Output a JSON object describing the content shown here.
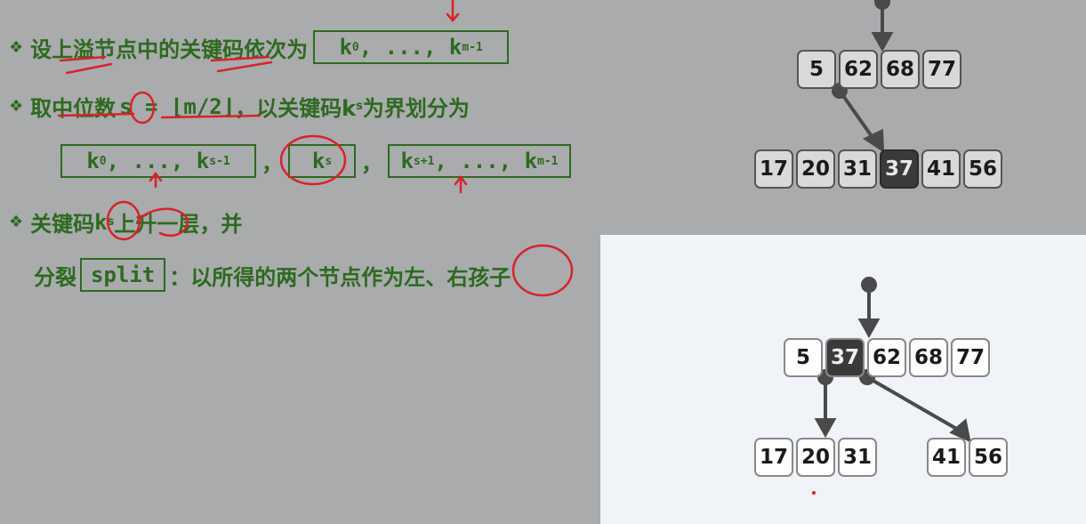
{
  "text": {
    "line1": "设上溢节点中的关键码依次为",
    "line1_box": [
      "k",
      "0",
      ", ..., k",
      "m-1"
    ],
    "line2_a": "取中位数",
    "line2_formula": "s = ⌊m/2⌋",
    "line2_b": "，以关键码k",
    "line2_sub": "s",
    "line2_c": "为界划分为",
    "seq_left": [
      "k",
      "0",
      ", ..., k",
      "s-1"
    ],
    "seq_mid": [
      "k",
      "s"
    ],
    "seq_right": [
      "k",
      "s+1",
      ", ..., k",
      "m-1"
    ],
    "comma": "，",
    "line3_a": "关键码",
    "line3_k": "k",
    "line3_sub": "s",
    "line3_b": "上升一层，并",
    "line4_a": "分裂",
    "line4_box": "split",
    "line4_b": "：以所得的两个节点作为左、右孩子"
  },
  "before": {
    "parent": [
      "5",
      "62",
      "68",
      "77"
    ],
    "child": [
      "17",
      "20",
      "31",
      "37",
      "41",
      "56"
    ],
    "highlight": "37"
  },
  "after": {
    "parent": [
      "5",
      "37",
      "62",
      "68",
      "77"
    ],
    "left_child": [
      "17",
      "20",
      "31"
    ],
    "right_child": [
      "41",
      "56"
    ],
    "highlight": "37"
  },
  "colors": {
    "background": "#a9abad",
    "text_green": "#2d6a1f",
    "annotation_red": "#d8232a",
    "panel": "#f0f3f7"
  }
}
